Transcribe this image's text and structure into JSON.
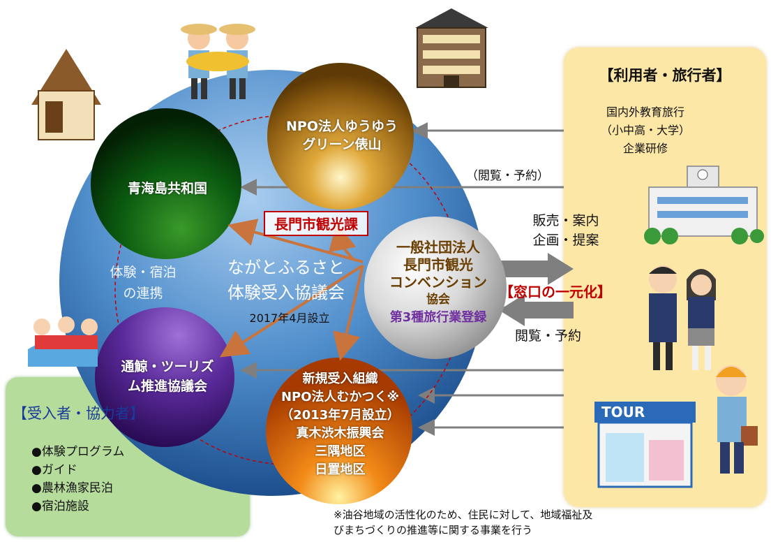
{
  "central": {
    "title_line1": "ながとふるさと",
    "title_line2": "体験受入協議会",
    "established": "2017年4月設立",
    "linkage_line1": "体験・宿泊",
    "linkage_line2": "の連携",
    "city_label": "長門市観光課"
  },
  "nodes": {
    "top": {
      "line1": "NPO法人ゆうゆう",
      "line2": "グリーン俵山"
    },
    "left": {
      "line1": "青海島共和国"
    },
    "center": {
      "line1": "一般社団法人",
      "line2": "長門市観光",
      "line3": "コンベンション",
      "line4": "協会",
      "line5": "第3種旅行業登録"
    },
    "lower_left": {
      "line1": "通鯨・ツーリズ",
      "line2": "ム推進協議会"
    },
    "bottom": {
      "line1": "新規受入組織",
      "line2": "NPO法人むかつく※",
      "line3": "（2013年7月設立）",
      "line4": "真木渋木振興会",
      "line5": "三隅地区",
      "line6": "日置地区"
    }
  },
  "users": {
    "title": "【利用者・旅行者】",
    "line1": "国内外教育旅行",
    "line2": "（小中高・大学）",
    "line3": "企業研修",
    "browse_top": "（閲覧・予約）",
    "sales_line1": "販売・案内",
    "sales_line2": "企画・提案",
    "window": "【窓口の一元化】",
    "browse": "閲覧・予約",
    "tour_sign": "TOUR"
  },
  "receivers": {
    "title": "【受入者・協力者】",
    "items": [
      "●体験プログラム",
      "●ガイド",
      "●農林漁家民泊",
      "●宿泊施設"
    ]
  },
  "footnote": {
    "line1": "※油谷地域の活性化のため、住民に対して、地域福祉及",
    "line2": "びまちづくりの推進等に関する事業を行う"
  },
  "colors": {
    "big_circle": "#3f7fc0",
    "orange_arrow": "#c8743c",
    "gray_arrow": "#7f7f7f",
    "red_text": "#c00000",
    "purple_text": "#7030a0",
    "right_panel": "#fde7a6",
    "left_panel": "#b6dc9c"
  }
}
